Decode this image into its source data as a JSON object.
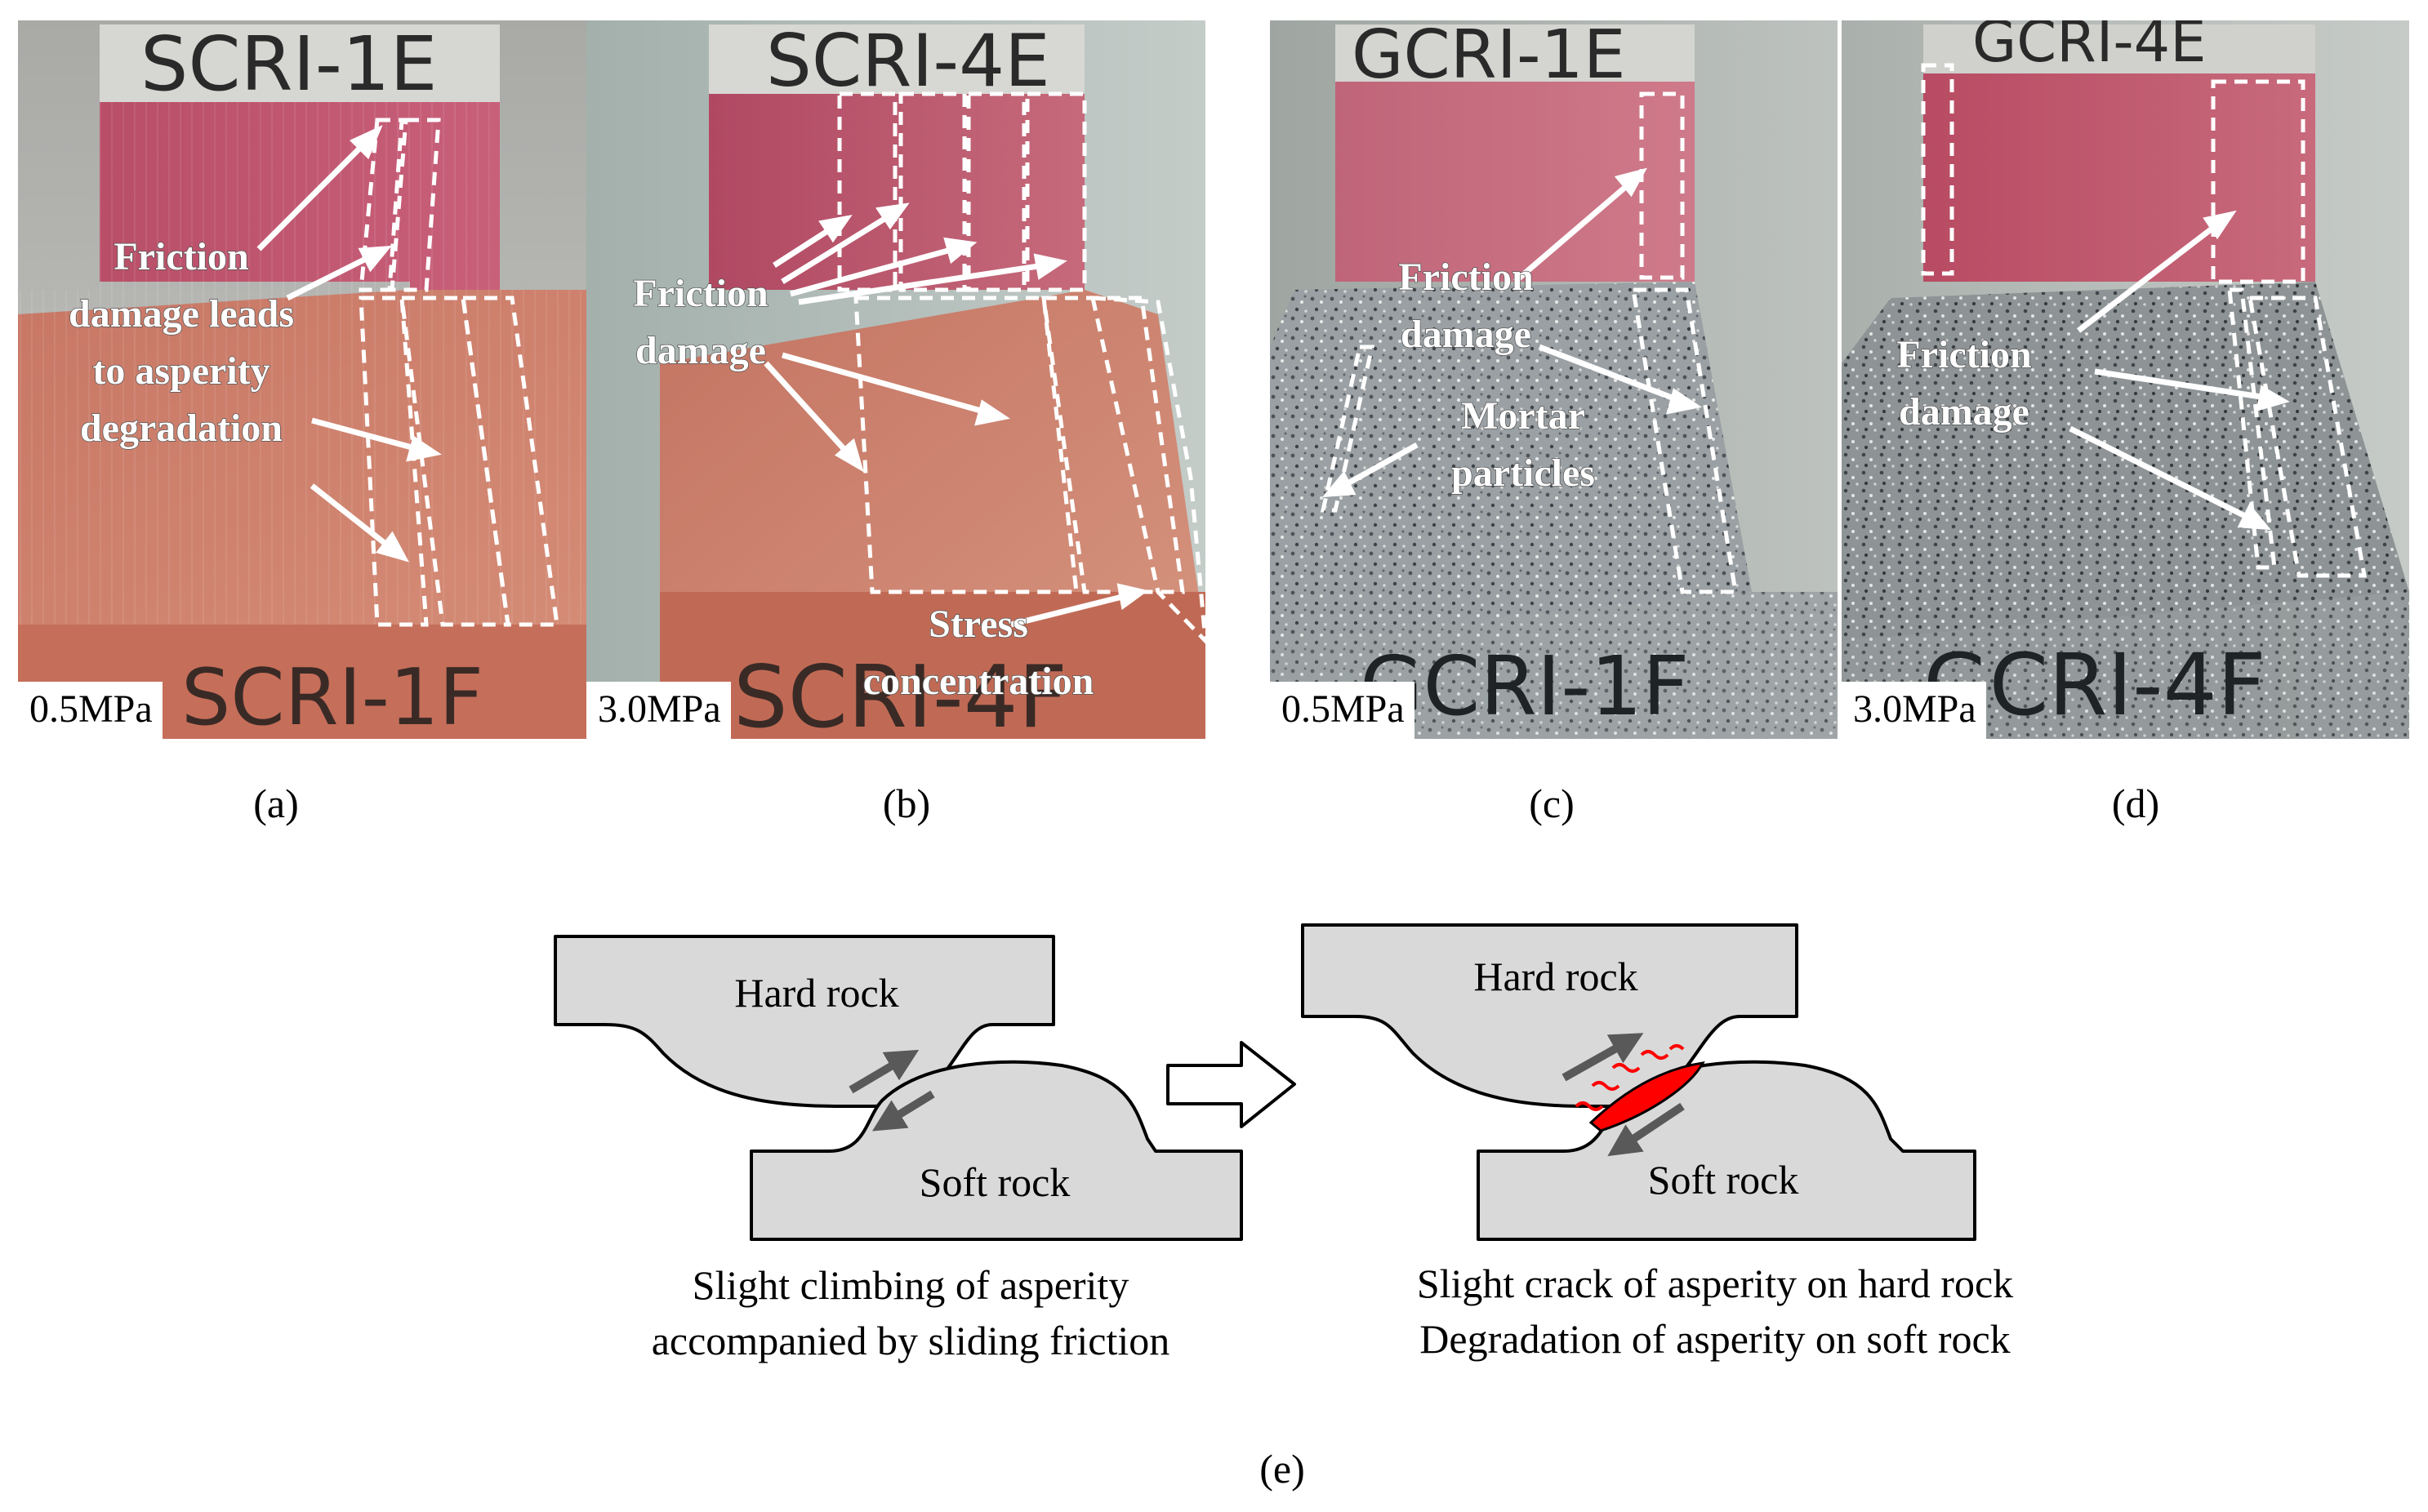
{
  "panels": [
    {
      "id": "a",
      "caption": "(a)",
      "pressure": "0.5MPa",
      "specimen_top": "SCRI-1E",
      "specimen_bottom": "SCRI-1F",
      "annotation_lines": [
        "Friction",
        "damage leads",
        "to asperity",
        "degradation"
      ]
    },
    {
      "id": "b",
      "caption": "(b)",
      "pressure": "3.0MPa",
      "specimen_top": "SCRI-4E",
      "specimen_bottom": "SCRI-4F",
      "annotation_lines": [
        "Friction",
        "damage"
      ],
      "annotation2_lines": [
        "Stress",
        "concentration"
      ]
    },
    {
      "id": "c",
      "caption": "(c)",
      "pressure": "0.5MPa",
      "specimen_top": "GCRI-1E",
      "specimen_bottom": "GCRI-1F",
      "annotation_lines": [
        "Friction",
        "damage"
      ],
      "annotation2_lines": [
        "Mortar",
        "particles"
      ]
    },
    {
      "id": "d",
      "caption": "(d)",
      "pressure": "3.0MPa",
      "specimen_top": "GCRI-4E",
      "specimen_bottom": "GCRI-4F",
      "annotation_lines": [
        "Friction",
        "damage"
      ]
    }
  ],
  "schematic": {
    "caption": "(e)",
    "left": {
      "hard_label": "Hard rock",
      "soft_label": "Soft rock",
      "caption_lines": [
        "Slight climbing of asperity",
        "accompanied by sliding friction"
      ]
    },
    "right": {
      "hard_label": "Hard rock",
      "soft_label": "Soft rock",
      "caption_lines": [
        "Slight crack of asperity on hard rock",
        "Degradation of asperity on soft rock"
      ]
    },
    "colors": {
      "rock_fill": "#d9d9d9",
      "outline": "#000000",
      "arrow": "#595959",
      "crack": "#ff0000"
    }
  },
  "colors": {
    "red_sandstone": "#c97a68",
    "red_sandstone_upper": "#b5485f",
    "granite": "#8e9396",
    "mortar_top": "#d8d8d4",
    "background": "#cfd3cf"
  }
}
